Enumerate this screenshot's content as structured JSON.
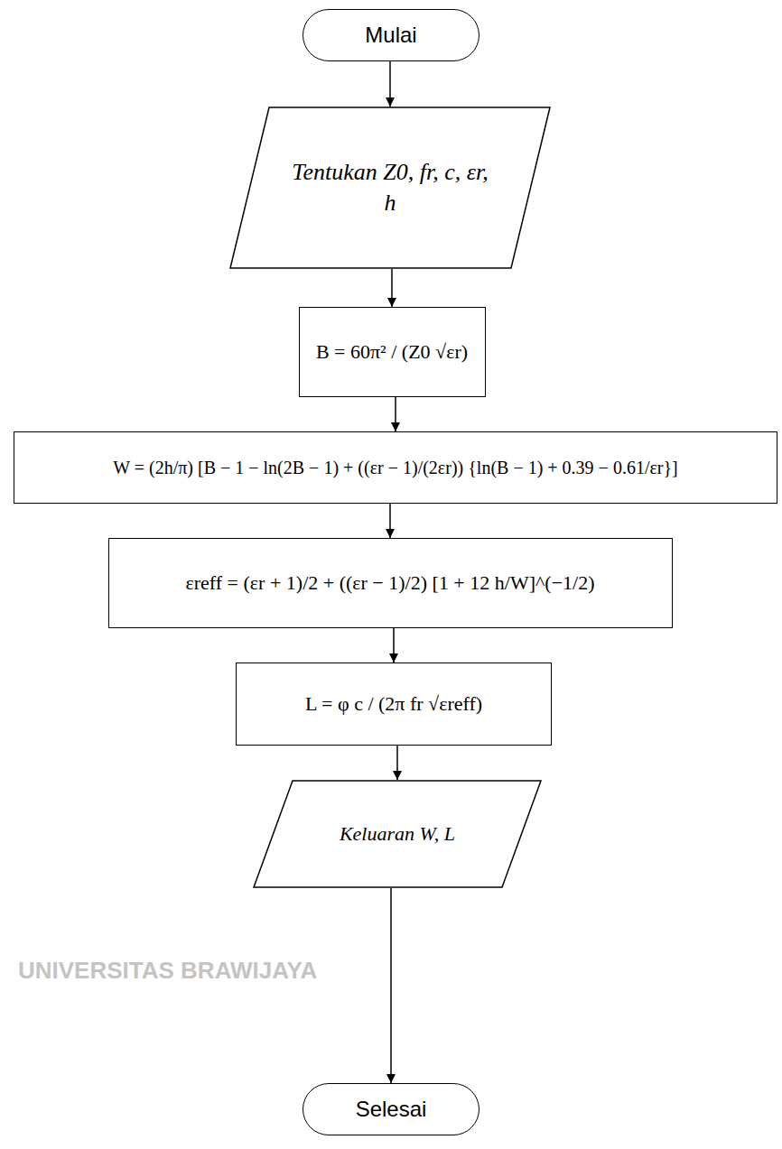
{
  "diagram": {
    "nodes": [
      {
        "text": [
          "Mulai"
        ]
      },
      {
        "text": [
          "Tentukan Z0, fr, c, εr, h"
        ]
      },
      {
        "text": [
          "B = 60π² / (Z0 √εr)"
        ]
      },
      {
        "text": [
          "W = (2h/π) [B − 1 − ln(2B − 1) + ((εr − 1)/(2εr)) {ln(B − 1) + 0.39 − 0.61/εr}]"
        ]
      },
      {
        "text": [
          "εreff = (εr + 1)/2 + ((εr − 1)/2) [1 + 12 h/W]^(−1/2)"
        ]
      },
      {
        "text": [
          "L = φ c / (2π fr √εreff)"
        ]
      },
      {
        "text": [
          "Keluaran W, L"
        ]
      },
      {
        "text": [
          "Selesai"
        ]
      }
    ],
    "edges": [
      {
        "from": 0,
        "to": 1,
        "arrow": "to"
      },
      {
        "from": 1,
        "to": 2,
        "arrow": "to"
      },
      {
        "from": 2,
        "to": 3,
        "arrow": "to"
      },
      {
        "from": 3,
        "to": 4,
        "arrow": "to"
      },
      {
        "from": 4,
        "to": 5,
        "arrow": "to"
      },
      {
        "from": 5,
        "to": 6,
        "arrow": "to"
      },
      {
        "from": 6,
        "to": 7,
        "arrow": "to"
      }
    ],
    "labels": [
      "UNIVERSITAS BRAWIJAYA"
    ]
  }
}
